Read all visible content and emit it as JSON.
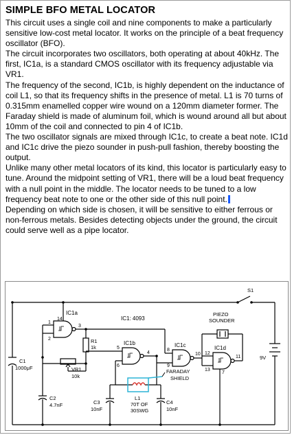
{
  "article": {
    "title": "SIMPLE BFO METAL LOCATOR",
    "paragraphs": [
      "This circuit uses a single coil and nine components to make a particularly sensitive low-cost metal locator. It works on the principle of a beat frequency oscillator (BFO).",
      "The circuit incorporates two oscillators, both operating at about 40kHz. The first, IC1a, is a standard CMOS oscillator with its frequency adjustable via VR1.",
      "The frequency of the second, IC1b, is highly dependent on the inductance of coil L1, so that its frequency shifts in the presence of metal. L1 is 70 turns of 0.315mm enamelled copper wire wound on a 120mm diameter former. The Faraday shield is made of aluminum foil, which is wound around all but about 10mm of the coil and connected to pin 4 of IC1b.",
      "The two oscillator signals are mixed through IC1c, to create a beat note. IC1d and IC1c drive the piezo sounder in push-pull fashion, thereby boosting the output.",
      "Unlike many other metal locators of its kind, this locator is particularly easy to tune. Around the midpoint setting of VR1, there will be a loud beat frequency with a null point in the middle. The locator needs to be tuned to a low frequency beat note to one or the other side of this null point.",
      "Depending on which side is chosen, it will be sensitive to either ferrous or non-ferrous metals. Besides detecting objects under the ground, the circuit could serve well as a pipe locator."
    ]
  },
  "schematic": {
    "ic_label": "IC1: 4093",
    "gates": {
      "a": "IC1a",
      "b": "IC1b",
      "c": "IC1c",
      "d": "IC1d"
    },
    "pins": {
      "p14": "14",
      "p1": "1",
      "p2": "2",
      "p3": "3",
      "p5": "5",
      "p6": "6",
      "p4": "4",
      "p8": "8",
      "p9": "9",
      "p10": "10",
      "p12": "12",
      "p13": "13",
      "p11": "11",
      "p7": "7"
    },
    "components": {
      "c1": "C1",
      "c1_val": "1000μF",
      "r1": "R1",
      "r1_val": "1k",
      "vr1": "VR1",
      "vr1_val": "10k",
      "c2": "C2",
      "c2_val": "4.7nF",
      "c3": "C3",
      "c3_val": "10nF",
      "c4": "C4",
      "c4_val": "10nF",
      "l1": "L1",
      "l1_val1": "70T OF",
      "l1_val2": "30SWG",
      "shield1": "FARADAY",
      "shield2": "SHIELD",
      "piezo1": "PIEZO",
      "piezo2": "SOUNDER",
      "s1": "S1",
      "battery": "9V"
    },
    "colors": {
      "shield": "#2bb3d6",
      "coil": "#d8352e",
      "wire": "#000000"
    }
  }
}
